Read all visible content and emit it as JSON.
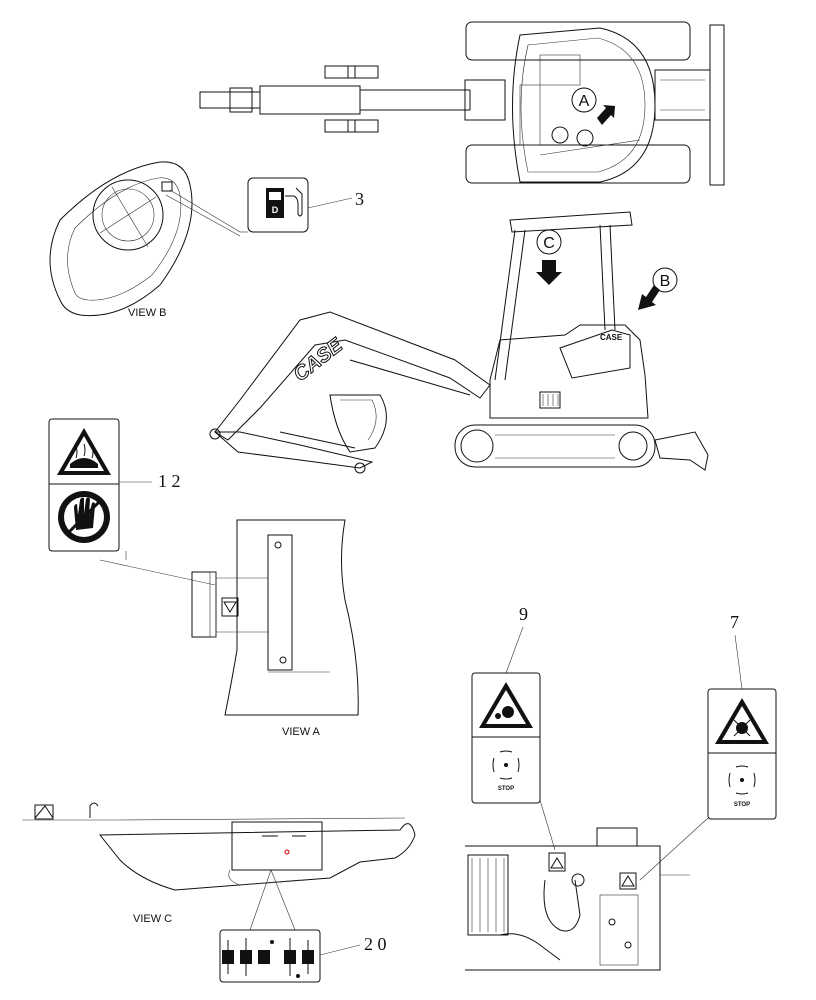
{
  "views": {
    "a_label": "VIEW A",
    "b_label": "VIEW B",
    "c_label": "VIEW C"
  },
  "markers": {
    "a": "A",
    "b": "B",
    "c": "C"
  },
  "brand": {
    "boom_text": "CASE",
    "cab_text": "CASE"
  },
  "callouts": {
    "fuel_decal": "3",
    "hot_surface_decal": "1 2",
    "fan_decal_left": "9",
    "fan_decal_right": "7",
    "controls_decal": "2 0"
  },
  "decals": {
    "stop_text_left": "STOP",
    "stop_text_right": "STOP",
    "fuel_letter": "D"
  },
  "colors": {
    "line": "#111111",
    "background": "#ffffff",
    "accent_dot": "#cc0000"
  }
}
